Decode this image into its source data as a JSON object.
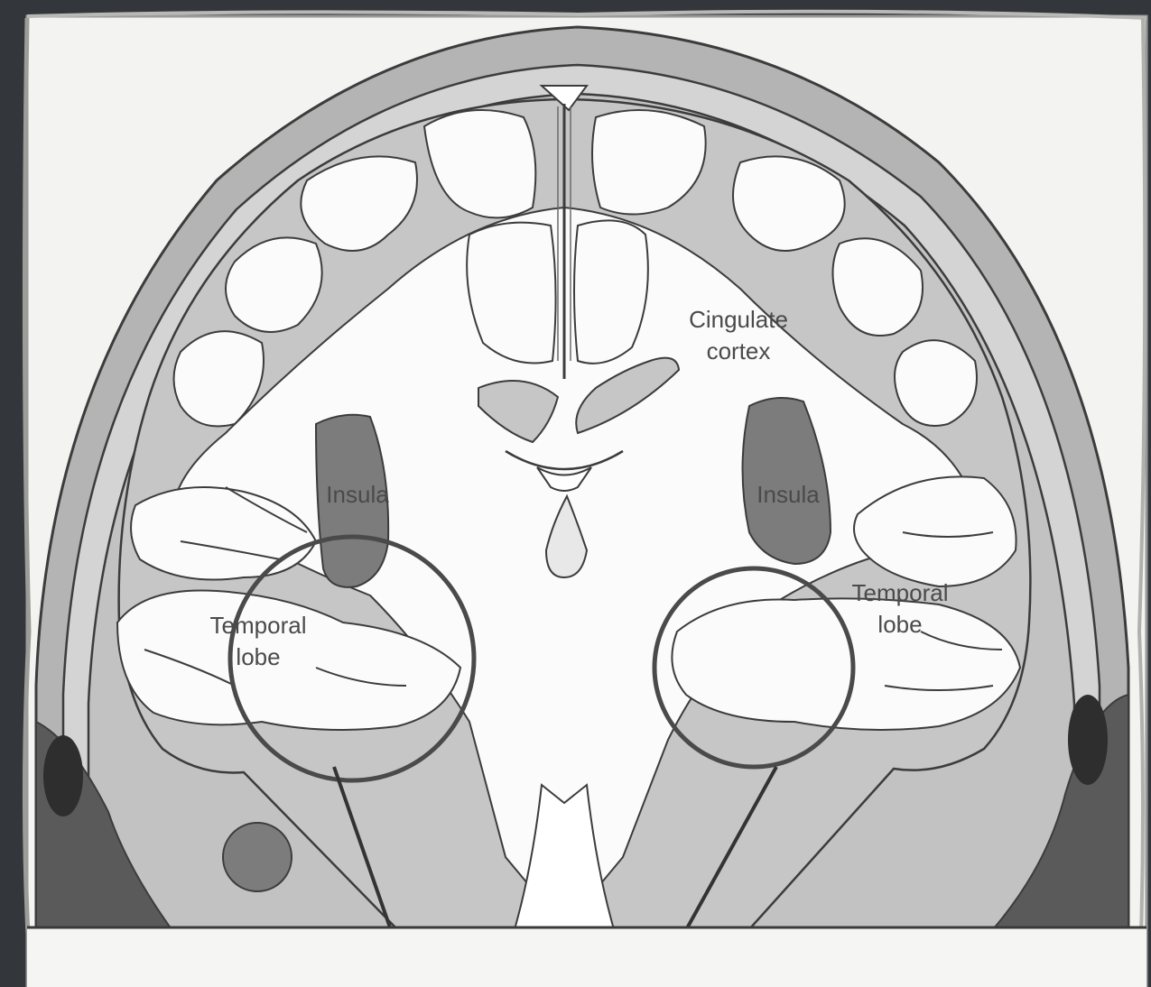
{
  "labels": {
    "cingulate_line1": "Cingulate",
    "cingulate_line2": "cortex",
    "insula_left": "Insula",
    "insula_right": "Insula",
    "temporal_left_line1": "Temporal",
    "temporal_left_line2": "lobe",
    "temporal_right_line1": "Temporal",
    "temporal_right_line2": "lobe"
  },
  "colors": {
    "background": "#33363b",
    "paper": "#f3f3f1",
    "skull": "#b4b4b4",
    "gray_matter": "#c6c6c6",
    "white_matter": "#fbfbfb",
    "insula": "#7c7c7c",
    "dark_tissue": "#5a5a5a",
    "outline": "#3c3c3c"
  }
}
